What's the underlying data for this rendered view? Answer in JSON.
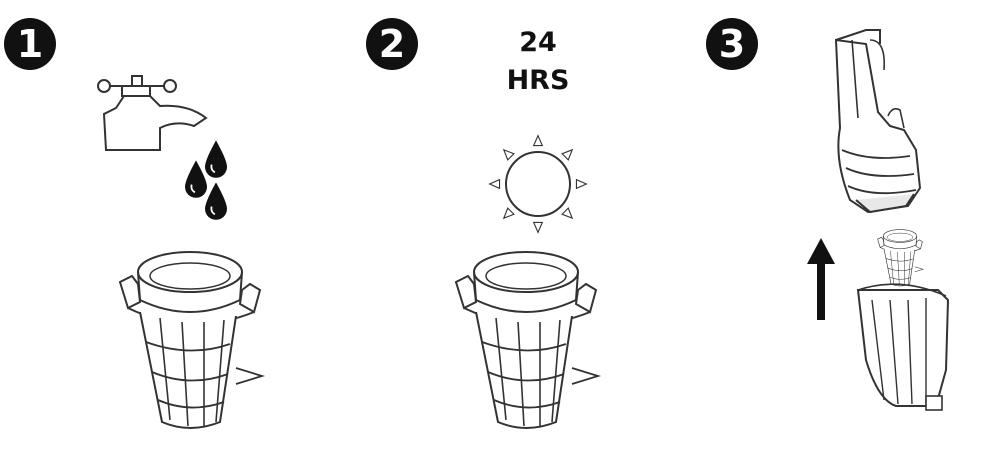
{
  "steps": [
    {
      "number": "1",
      "icon": "tap-water-drops-icon",
      "object": "filter-icon"
    },
    {
      "number": "2",
      "duration_value": "24",
      "duration_unit": "HRS",
      "icon": "sun-icon",
      "object": "filter-icon"
    },
    {
      "number": "3",
      "icon": "vacuum-assembly-icon",
      "direction": "up-arrow-icon"
    }
  ],
  "colors": {
    "ink": "#111111",
    "line": "#333333",
    "background": "#ffffff"
  }
}
